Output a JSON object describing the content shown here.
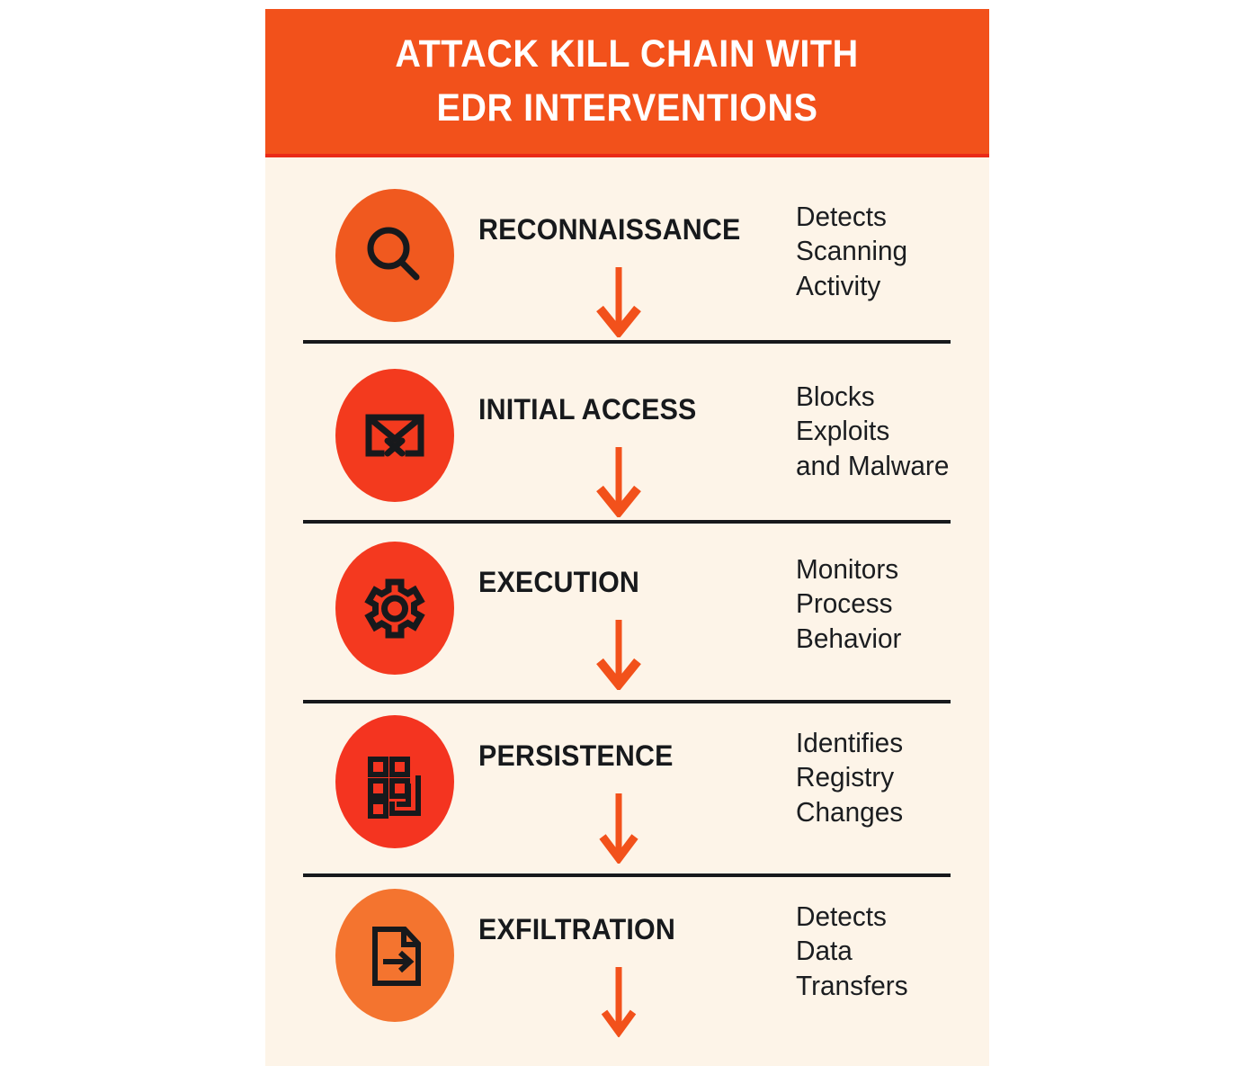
{
  "poster": {
    "title_lines": [
      "ATTACK KILL CHAIN WITH",
      "EDR INTERVENTIONS"
    ],
    "colors": {
      "header_bg": "#F2511B",
      "header_rule": "#EA2A17",
      "card_bg": "#FDF4E8",
      "title_text": "#FFFFFF",
      "body_text": "#17191C",
      "arrow": "#F2511B",
      "divider": "#17191C"
    }
  },
  "stages": [
    {
      "index": 1,
      "label": "RECONNAISSANCE",
      "icon": "magnifier-icon",
      "badge_color": "#F0591F",
      "description_lines": [
        "Detects",
        "Scanning",
        "Activity"
      ],
      "description": "Detects Scanning Activity",
      "has_arrow": true,
      "has_divider": true
    },
    {
      "index": 2,
      "label": "INITIAL ACCESS",
      "icon": "envelope-x-icon",
      "badge_color": "#F33A1E",
      "description_lines": [
        "Blocks",
        "Exploits",
        "and Malware"
      ],
      "description": "Blocks Exploits and Malware",
      "has_arrow": true,
      "has_divider": true
    },
    {
      "index": 3,
      "label": "EXECUTION",
      "icon": "gear-icon",
      "badge_color": "#F4391F",
      "description_lines": [
        "Monitors",
        "Process",
        "Behavior"
      ],
      "description": "Monitors Process Behavior",
      "has_arrow": true,
      "has_divider": true
    },
    {
      "index": 4,
      "label": "PERSISTENCE",
      "icon": "registry-grid-icon",
      "badge_color": "#F43420",
      "description_lines": [
        "Identifies",
        "Registry",
        "Changes"
      ],
      "description": "Identifies Registry Changes",
      "has_arrow": true,
      "has_divider": true
    },
    {
      "index": 5,
      "label": "EXFILTRATION",
      "icon": "file-arrow-out-icon",
      "badge_color": "#F4742F",
      "description_lines": [
        "Detects",
        "Data",
        "Transfers"
      ],
      "description": "Detects Data Transfers",
      "has_arrow": true,
      "has_divider": false
    }
  ]
}
